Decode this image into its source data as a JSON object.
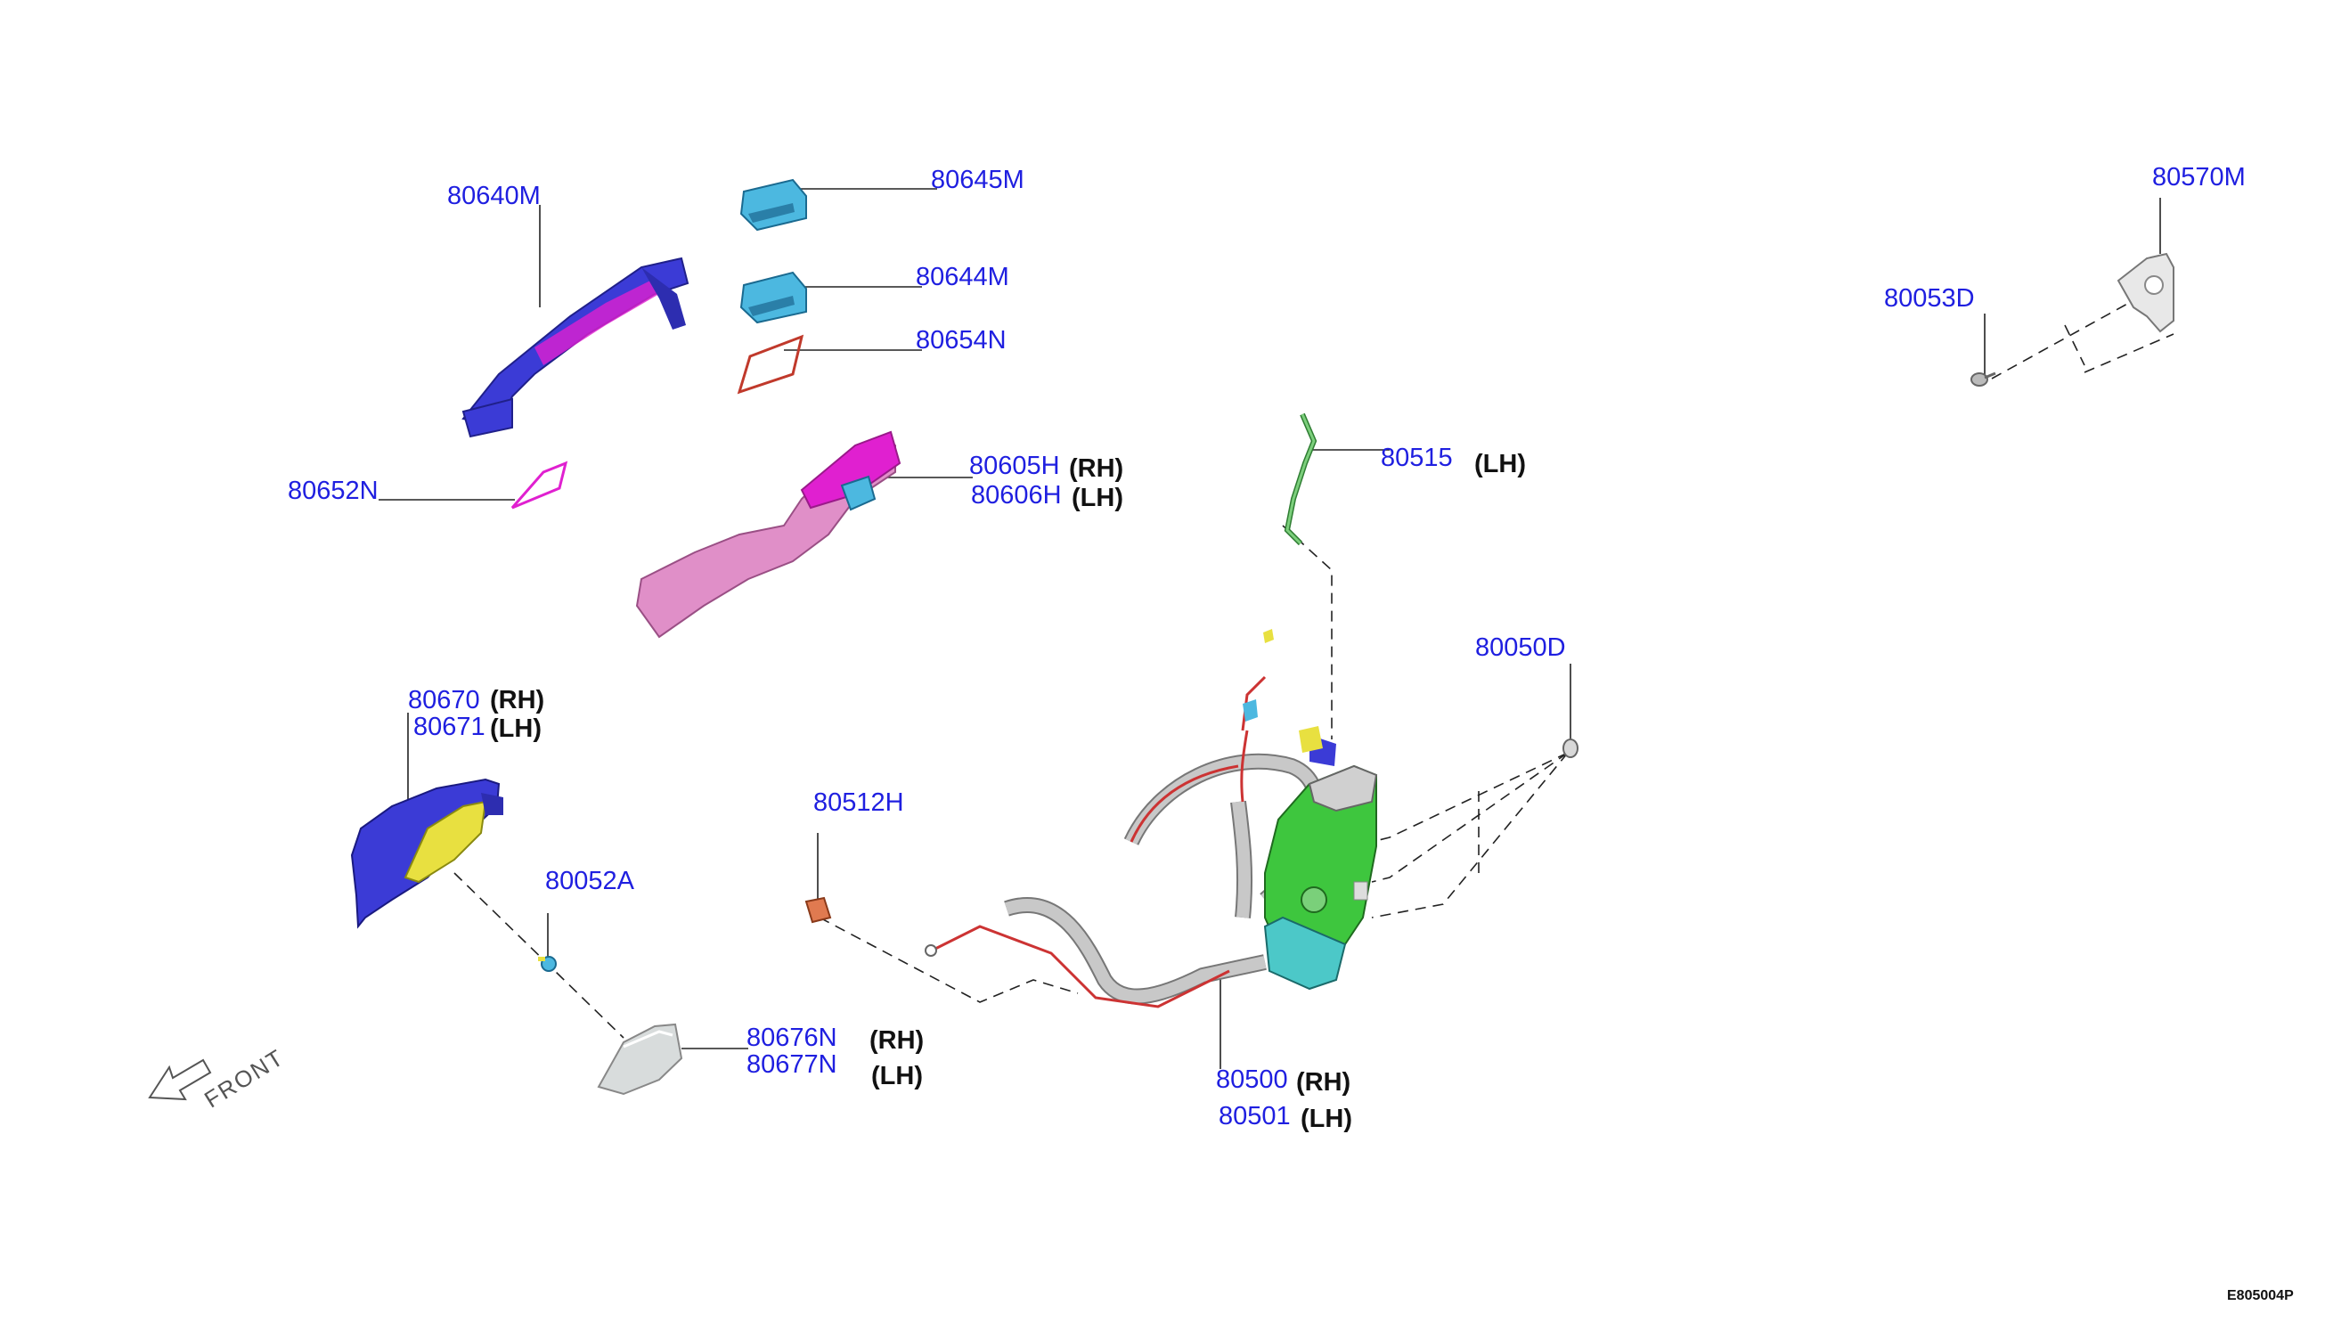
{
  "diagram_code": "E805004P",
  "front_indicator": {
    "label": "FRONT",
    "icon": "front-arrow-icon"
  },
  "colors": {
    "part_number_text": "#1f1fe0",
    "side_text": "#111111",
    "outside_handle": "#3b3bd6",
    "handle_cap": "#4cb8e0",
    "gasket": "#c0392b",
    "bracket": "#e08fc8",
    "bracket_magenta": "#e020d0",
    "lock_rod": "#4caf50",
    "inside_handle": "#3b3bd6",
    "inside_handle_lever": "#e8e040",
    "door_lock_actuator": "#3ec63e",
    "cable": "#aaaaaa",
    "cable_core": "#cc3333",
    "bezel": "#d8dcdc"
  },
  "callouts": [
    {
      "id": "80640M",
      "part": "80640M"
    },
    {
      "id": "80645M",
      "part": "80645M"
    },
    {
      "id": "80644M",
      "part": "80644M"
    },
    {
      "id": "80654N",
      "part": "80654N"
    },
    {
      "id": "80652N",
      "part": "80652N"
    },
    {
      "id": "80605H",
      "part": "80605H",
      "side": "(RH)"
    },
    {
      "id": "80606H",
      "part": "80606H",
      "side": "(LH)"
    },
    {
      "id": "80515",
      "part": "80515",
      "side": "(LH)"
    },
    {
      "id": "80570M",
      "part": "80570M"
    },
    {
      "id": "80053D",
      "part": "80053D"
    },
    {
      "id": "80050D",
      "part": "80050D"
    },
    {
      "id": "80670",
      "part": "80670",
      "side": "(RH)"
    },
    {
      "id": "80671",
      "part": "80671",
      "side": "(LH)"
    },
    {
      "id": "80052A",
      "part": "80052A"
    },
    {
      "id": "80512H",
      "part": "80512H"
    },
    {
      "id": "80676N",
      "part": "80676N",
      "side": "(RH)"
    },
    {
      "id": "80677N",
      "part": "80677N",
      "side": "(LH)"
    },
    {
      "id": "80500",
      "part": "80500",
      "side": "(RH)"
    },
    {
      "id": "80501",
      "part": "80501",
      "side": "(LH)"
    }
  ]
}
